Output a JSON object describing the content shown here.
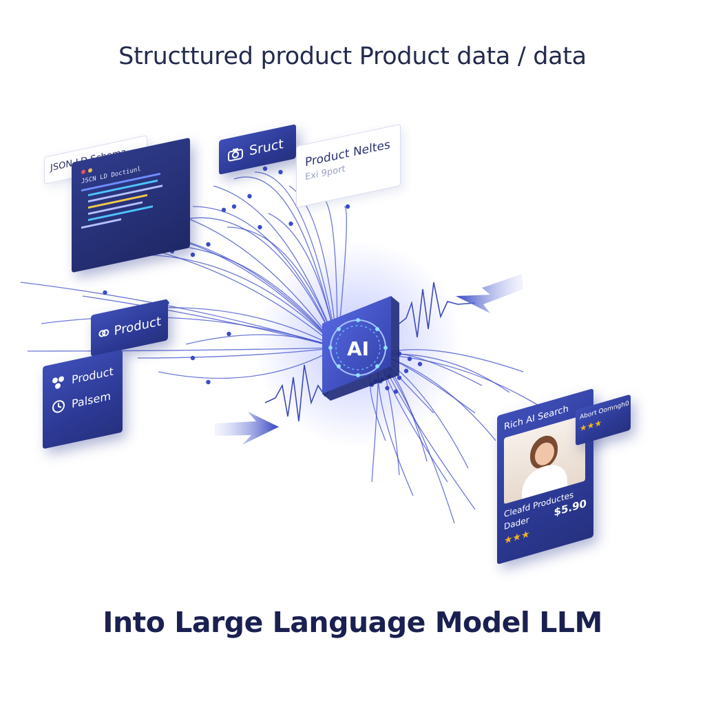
{
  "title_top": "Structtured product Product data / data",
  "title_bottom": "Into Large Language Model LLM",
  "json_ld_card": {
    "tag": "JSON-LD Schema",
    "editor_heading": "JSCN LD Doctiunl"
  },
  "sruct_card": {
    "label": "Sruct",
    "icon": "camera-icon"
  },
  "notes_card": {
    "title": "Product Neltes",
    "subtitle": "Exi 9port"
  },
  "product_card": {
    "header": "Product",
    "items": [
      "Product",
      "Palsem"
    ]
  },
  "ai_chip": {
    "label": "AI"
  },
  "result_card": {
    "header": "Rich AI Search",
    "product_line1": "Cleafd Productes",
    "product_line2": "Dader",
    "price": "$5.90",
    "stars": "★★★",
    "side_label": "Abort Oomngh",
    "side_stars": "★★★",
    "side_value": "0"
  },
  "colors": {
    "primary": "#2d3a96",
    "accent": "#4a5be0",
    "flow": "#3b4bc8",
    "star": "#f2b422"
  }
}
